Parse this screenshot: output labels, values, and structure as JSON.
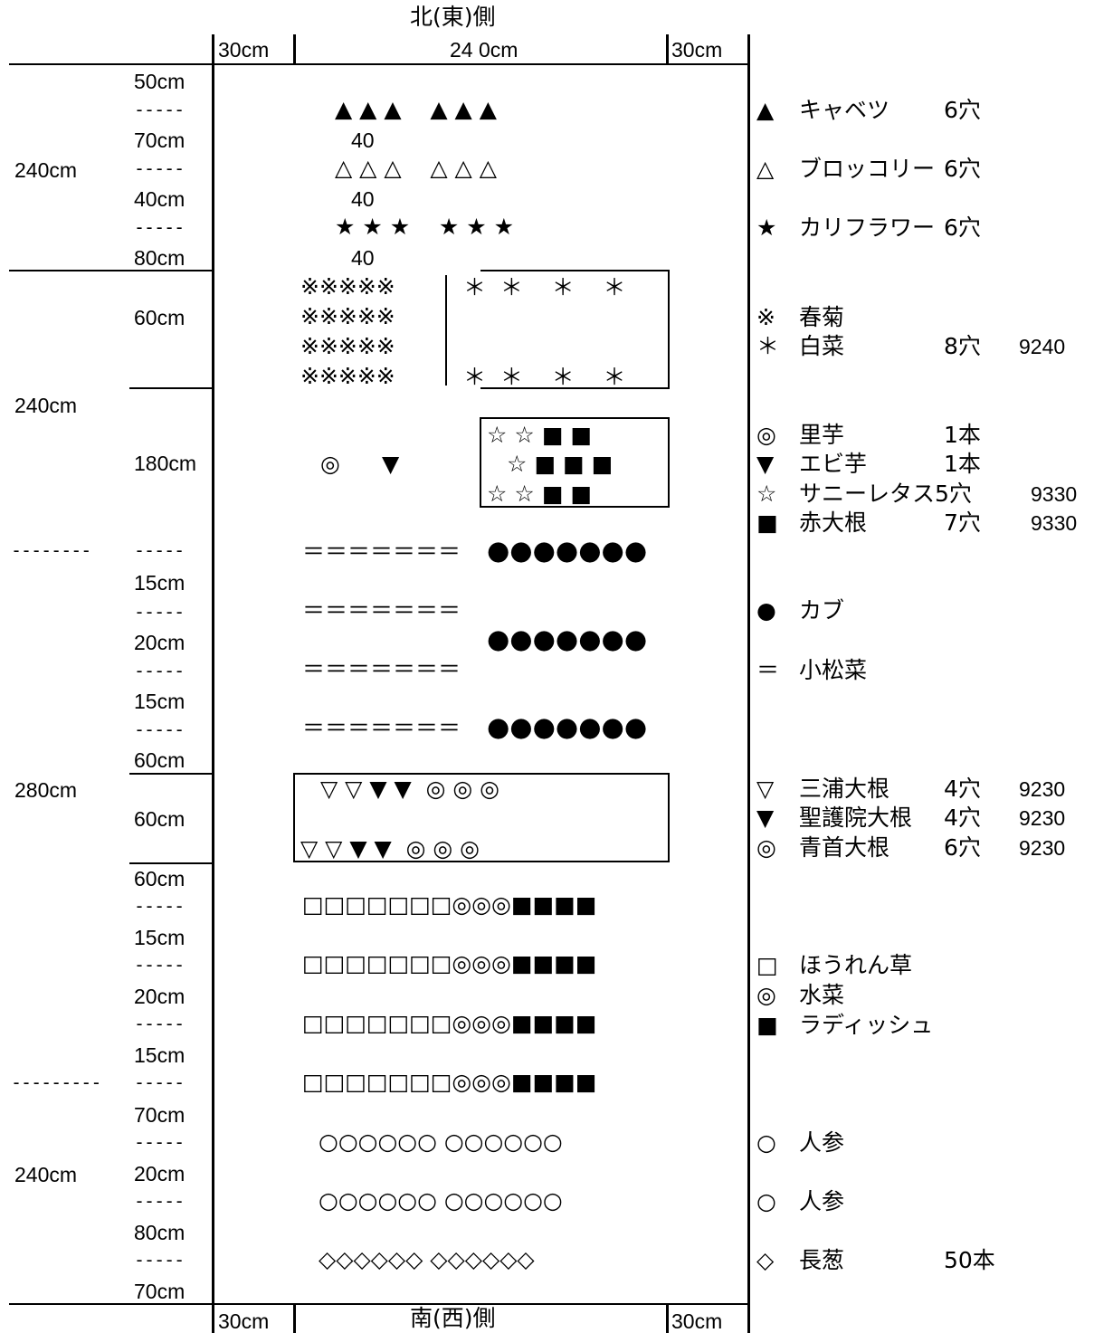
{
  "header": {
    "north_label": "北(東)側",
    "south_label": "南(西)側",
    "top_left_width": "30cm",
    "top_center_width": "24 0cm",
    "top_right_width": "30cm",
    "bottom_left_width": "30cm",
    "bottom_right_width": "30cm"
  },
  "sections": [
    {
      "label": "240cm"
    },
    {
      "label": "240cm"
    },
    {
      "label": "280cm"
    },
    {
      "label": "240cm"
    }
  ],
  "spacings": [
    "50cm",
    "70cm",
    "40cm",
    "80cm",
    "60cm",
    "180cm",
    "15cm",
    "20cm",
    "15cm",
    "60cm",
    "60cm",
    "60cm",
    "15cm",
    "20cm",
    "15cm",
    "70cm",
    "20cm",
    "80cm",
    "70cm"
  ],
  "gaps": [
    "40",
    "40",
    "40"
  ],
  "rows": {
    "cabbage": "▲ ▲ ▲    ▲ ▲ ▲",
    "broccoli": "△ △ △    △ △ △",
    "cauliflower": "★ ★ ★    ★ ★ ★",
    "shungiku": "※※※※※",
    "hakusai": "＊  ＊    ＊    ＊",
    "satoimo": "◎",
    "ebiimo": "▼",
    "lettuce_radish_1": "☆ ☆ ■ ■",
    "lettuce_radish_2": "☆ ■ ■ ■",
    "lettuce_radish_3": "☆ ☆ ■ ■",
    "komatsuna": "＝＝＝＝＝＝＝",
    "kabu": "●●●●●●●",
    "daikon_top": "▽ ▽ ▼ ▼  ◎ ◎ ◎",
    "daikon_bottom": "▽ ▽ ▼ ▼  ◎ ◎ ◎",
    "greens": "□□□□□□□◎◎◎■■■■",
    "ninjin": "○○○○○○ ○○○○○○",
    "negi": "◇◇◇◇◇◇ ◇◇◇◇◇◇"
  },
  "legend": [
    {
      "symbol": "▲",
      "name": "キャベツ",
      "count": "6穴",
      "code": ""
    },
    {
      "symbol": "△",
      "name": "ブロッコリー",
      "count": "6穴",
      "code": ""
    },
    {
      "symbol": "★",
      "name": "カリフラワー",
      "count": "6穴",
      "code": ""
    },
    {
      "symbol": "※",
      "name": "春菊",
      "count": "",
      "code": ""
    },
    {
      "symbol": "＊",
      "name": "白菜",
      "count": "8穴",
      "code": "9240"
    },
    {
      "symbol": "◎",
      "name": "里芋",
      "count": "1本",
      "code": ""
    },
    {
      "symbol": "▼",
      "name": "エビ芋",
      "count": "1本",
      "code": ""
    },
    {
      "symbol": "☆",
      "name": "サニーレタス",
      "count": "5穴",
      "code": "9330"
    },
    {
      "symbol": "■",
      "name": "赤大根",
      "count": "7穴",
      "code": "9330"
    },
    {
      "symbol": "●",
      "name": "カブ",
      "count": "",
      "code": ""
    },
    {
      "symbol": "＝",
      "name": "小松菜",
      "count": "",
      "code": ""
    },
    {
      "symbol": "▽",
      "name": "三浦大根",
      "count": "4穴",
      "code": "9230"
    },
    {
      "symbol": "▼",
      "name": "聖護院大根",
      "count": "4穴",
      "code": "9230"
    },
    {
      "symbol": "◎",
      "name": "青首大根",
      "count": "6穴",
      "code": "9230"
    },
    {
      "symbol": "□",
      "name": "ほうれん草",
      "count": "",
      "code": ""
    },
    {
      "symbol": "◎",
      "name": "水菜",
      "count": "",
      "code": ""
    },
    {
      "symbol": "■",
      "name": "ラディッシュ",
      "count": "",
      "code": ""
    },
    {
      "symbol": "○",
      "name": "人参",
      "count": "",
      "code": ""
    },
    {
      "symbol": "○",
      "name": "人参",
      "count": "",
      "code": ""
    },
    {
      "symbol": "◇",
      "name": "長葱",
      "count": "50本",
      "code": ""
    }
  ]
}
